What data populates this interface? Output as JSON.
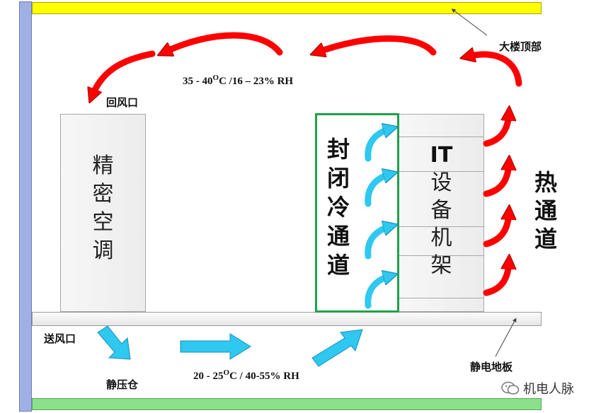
{
  "labels": {
    "roof": "大楼顶部",
    "return_vent": "回风口",
    "supply_vent": "送风口",
    "plenum": "静压仓",
    "raised_floor": "静电地板",
    "watermark": "机电人脉"
  },
  "conditions": {
    "hot_return": {
      "prefix": "35 - 40",
      "sup": "O",
      "suffix": "C /16 – 23% RH"
    },
    "cold_supply": {
      "prefix": "20 - 25",
      "sup": "O",
      "suffix": "C / 40-55% RH"
    }
  },
  "ac_unit": {
    "chars": [
      "精",
      "密",
      "空",
      "调"
    ]
  },
  "cold_aisle": {
    "chars": [
      "封",
      "闭",
      "冷",
      "通",
      "道"
    ]
  },
  "rack": {
    "title": "IT",
    "chars": [
      "设",
      "备",
      "机",
      "架"
    ]
  },
  "hot_aisle": {
    "chars": [
      "热",
      "通",
      "道"
    ]
  },
  "colors": {
    "roof": "#ffff00",
    "ground": "#8be08b",
    "wall": "#9fb0e6",
    "hot_arrow": "#ff0000",
    "cold_arrow": "#2ec8f0",
    "cold_aisle_border": "#1fa14a"
  }
}
